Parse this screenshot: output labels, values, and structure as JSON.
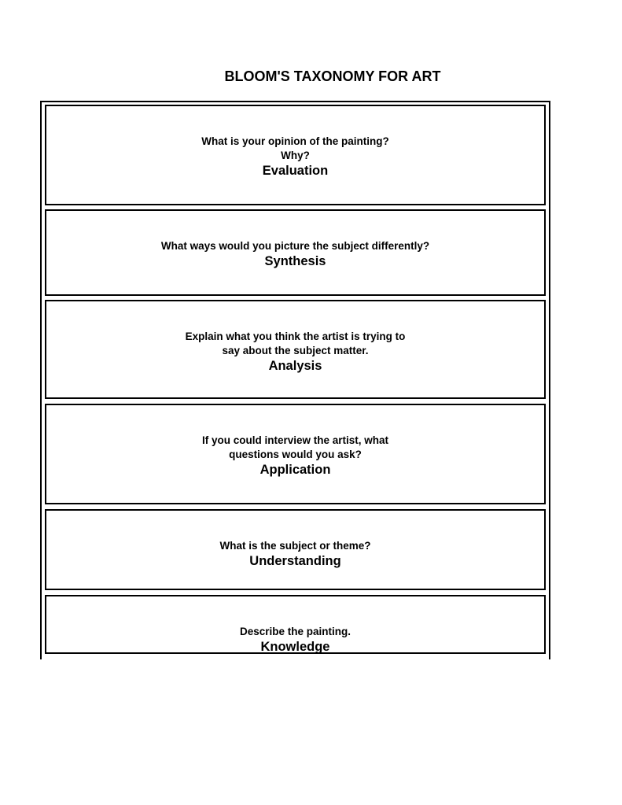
{
  "title": "BLOOM'S TAXONOMY FOR ART",
  "taxonomy_levels": [
    {
      "question_lines": [
        "What is your opinion of the painting?",
        "Why?"
      ],
      "level": "Evaluation"
    },
    {
      "question_lines": [
        "What ways would you picture the subject differently?"
      ],
      "level": "Synthesis"
    },
    {
      "question_lines": [
        "Explain what you think the artist is trying to",
        "say about the subject matter."
      ],
      "level": "Analysis"
    },
    {
      "question_lines": [
        "If you could interview the artist, what",
        "questions would you ask?"
      ],
      "level": "Application"
    },
    {
      "question_lines": [
        "What is the subject or theme?"
      ],
      "level": "Understanding"
    },
    {
      "question_lines": [
        "Describe the painting."
      ],
      "level": "Knowledge"
    }
  ],
  "colors": {
    "background": "#ffffff",
    "text": "#000000",
    "border": "#000000"
  }
}
